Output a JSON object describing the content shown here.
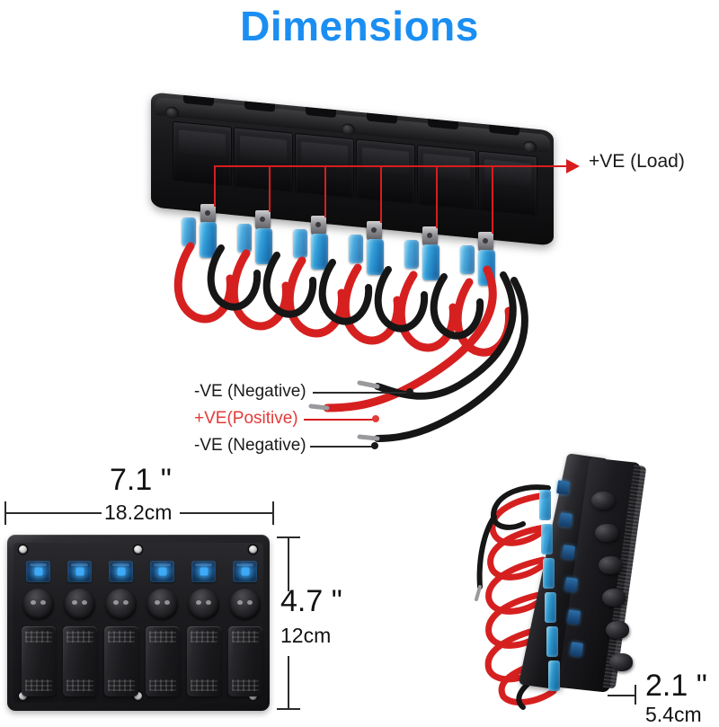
{
  "page": {
    "title": "Dimensions",
    "title_color": "#1b8ef2",
    "background": "#ffffff"
  },
  "annotations": {
    "load_label": "+VE  (Load)",
    "load_label_color": "#000000",
    "leader_color": "#d81d1d",
    "negative_top": "-VE  (Negative)",
    "positive": "+VE(Positive)",
    "positive_color": "#e33b37",
    "negative_bottom": "-VE  (Negative)",
    "negative_color": "#1a1a1a"
  },
  "dimensions": {
    "width": {
      "inches": "7.1 \"",
      "metric": "18.2cm"
    },
    "height": {
      "inches": "4.7 \"",
      "metric": "12cm"
    },
    "depth": {
      "inches": "2.1 \"",
      "metric": "5.4cm"
    }
  },
  "product": {
    "switch_count": 6,
    "front": {
      "led_count": 6,
      "breaker_count": 6,
      "rocker_count": 6,
      "mount_hole_count": 6,
      "led_color": "#3ea9f5",
      "body_color": "#1b1b1e"
    },
    "back": {
      "bay_count": 6,
      "terminal_count": 6,
      "connector_color": "#2b9bd8",
      "red_wire_color": "#d62020",
      "black_wire_color": "#1a1a1a"
    },
    "side": {
      "knob_count": 6,
      "led_count": 6,
      "connector_count": 6
    }
  }
}
